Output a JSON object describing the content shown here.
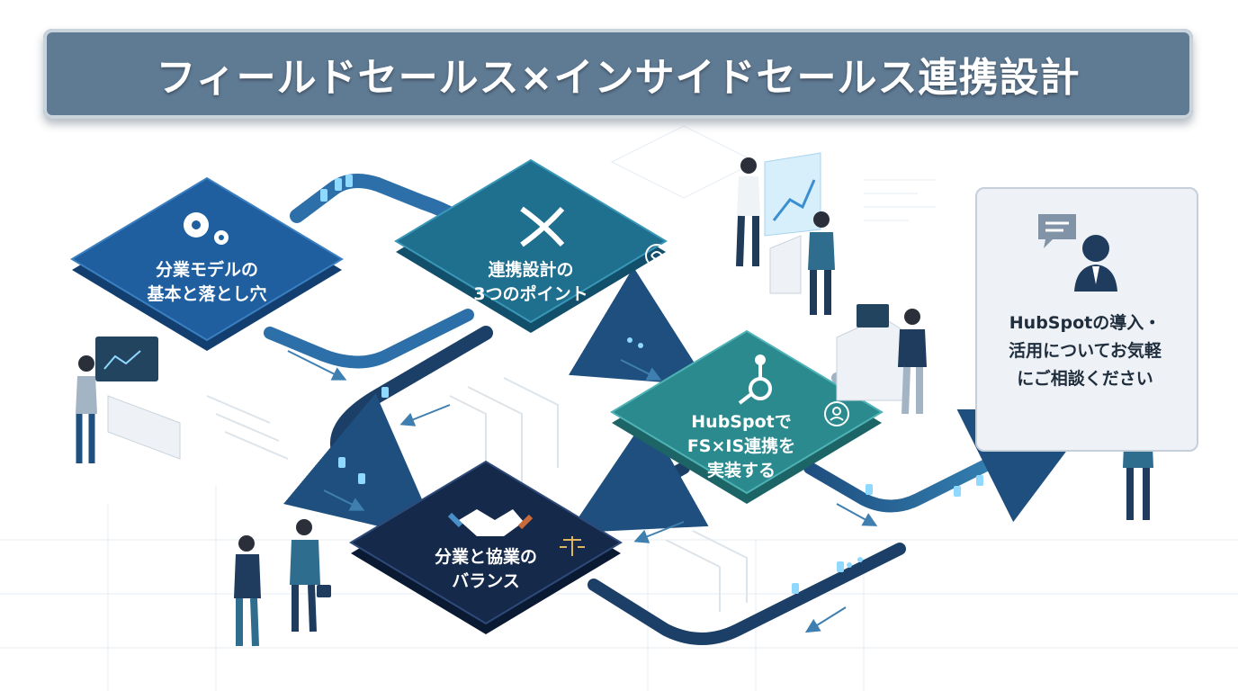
{
  "title": "フィールドセールス×インサイドセールス連携設計",
  "nodes": {
    "n1": {
      "line1": "分業モデルの",
      "line2": "基本と落とし穴",
      "icon": "gears-icon",
      "color": "#1f5f9f"
    },
    "n2": {
      "line1": "連携設計の",
      "line2": "3つのポイント",
      "icon": "crossing-arrows-icon",
      "color": "#1f6f8f"
    },
    "n3": {
      "line1": "HubSpotで",
      "line2": "FS×IS連携を",
      "line3": "実装する",
      "icon": "hubspot-icon",
      "color": "#2a8a8e"
    },
    "n4": {
      "line1": "分業と協業の",
      "line2": "バランス",
      "icon": "handshake-icon",
      "color": "#15294a"
    }
  },
  "cta": {
    "line1": "HubSpotの導入・",
    "line2": "活用についてお気軽",
    "line3": "にご相談ください",
    "icon": "consultant-icon"
  },
  "colors": {
    "title_bg": "#5f7a93",
    "path": "#1f4f7f",
    "accent": "#4fb8e8"
  }
}
